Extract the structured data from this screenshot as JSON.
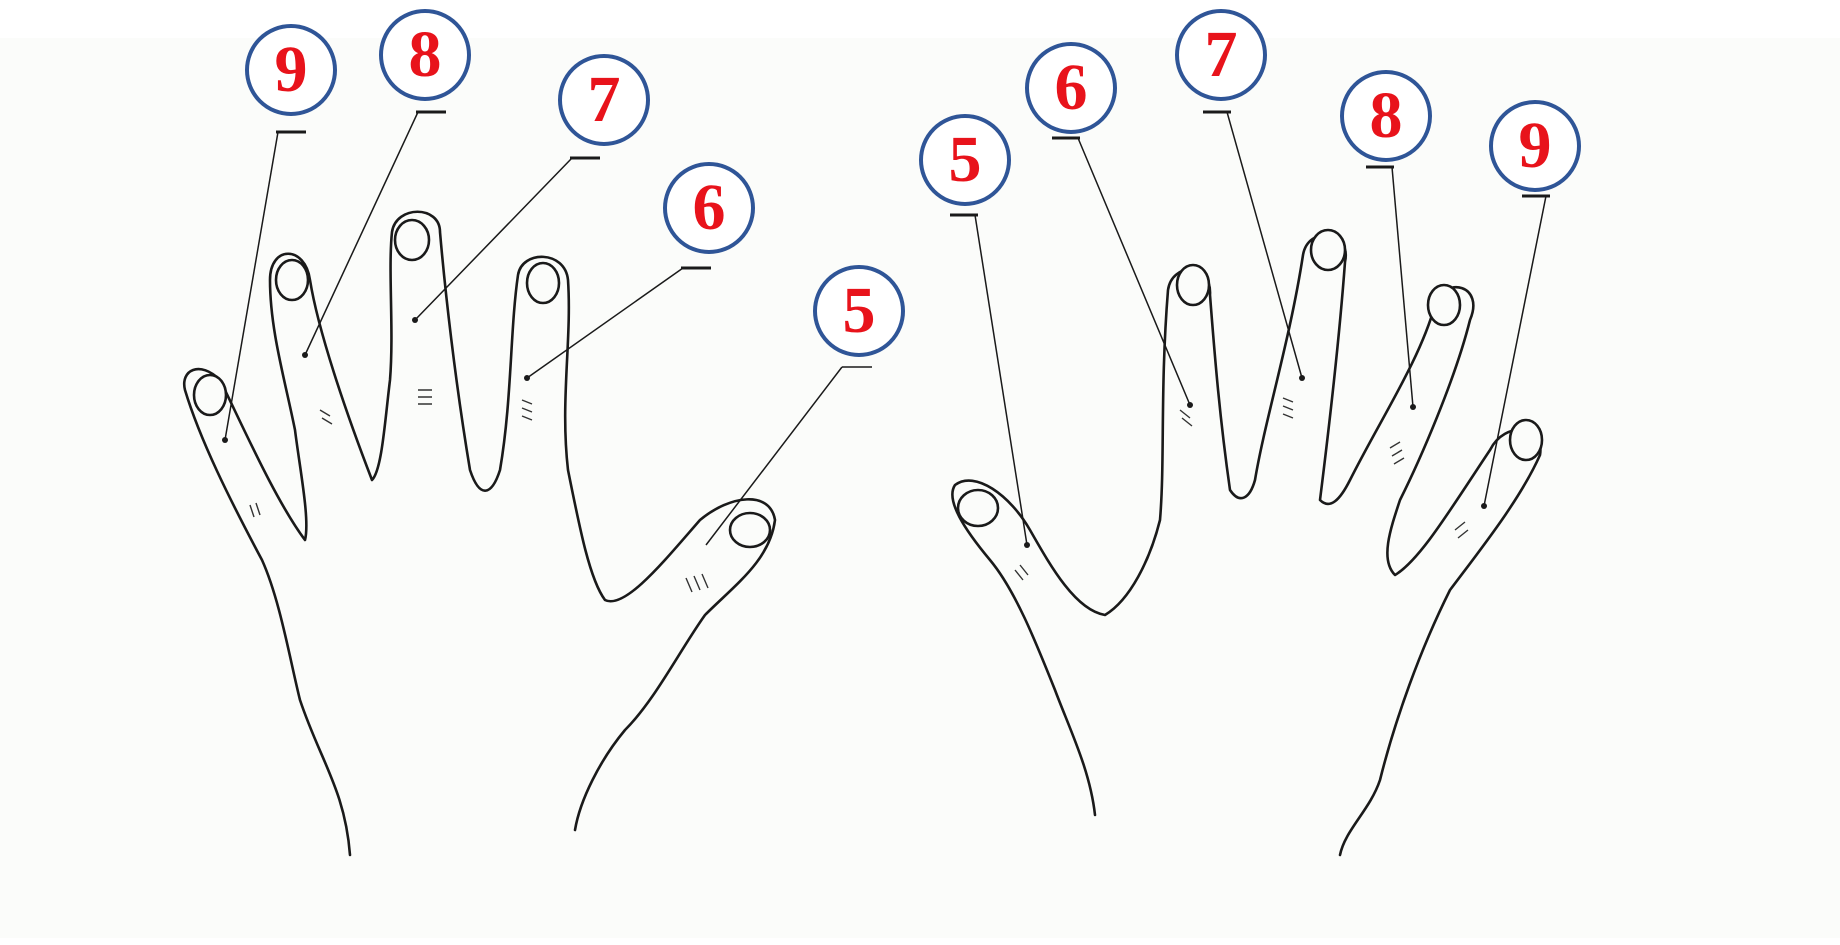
{
  "diagram": {
    "hands": [
      "left",
      "right"
    ],
    "label_color": "#e8131b",
    "circle_color": "#2f5597",
    "left_hand": {
      "labels": [
        "9",
        "8",
        "7",
        "6",
        "5"
      ],
      "fingers": [
        "little",
        "ring",
        "middle",
        "index",
        "thumb"
      ]
    },
    "right_hand": {
      "labels": [
        "5",
        "6",
        "7",
        "8",
        "9"
      ],
      "fingers": [
        "thumb",
        "index",
        "middle",
        "ring",
        "little"
      ]
    }
  }
}
